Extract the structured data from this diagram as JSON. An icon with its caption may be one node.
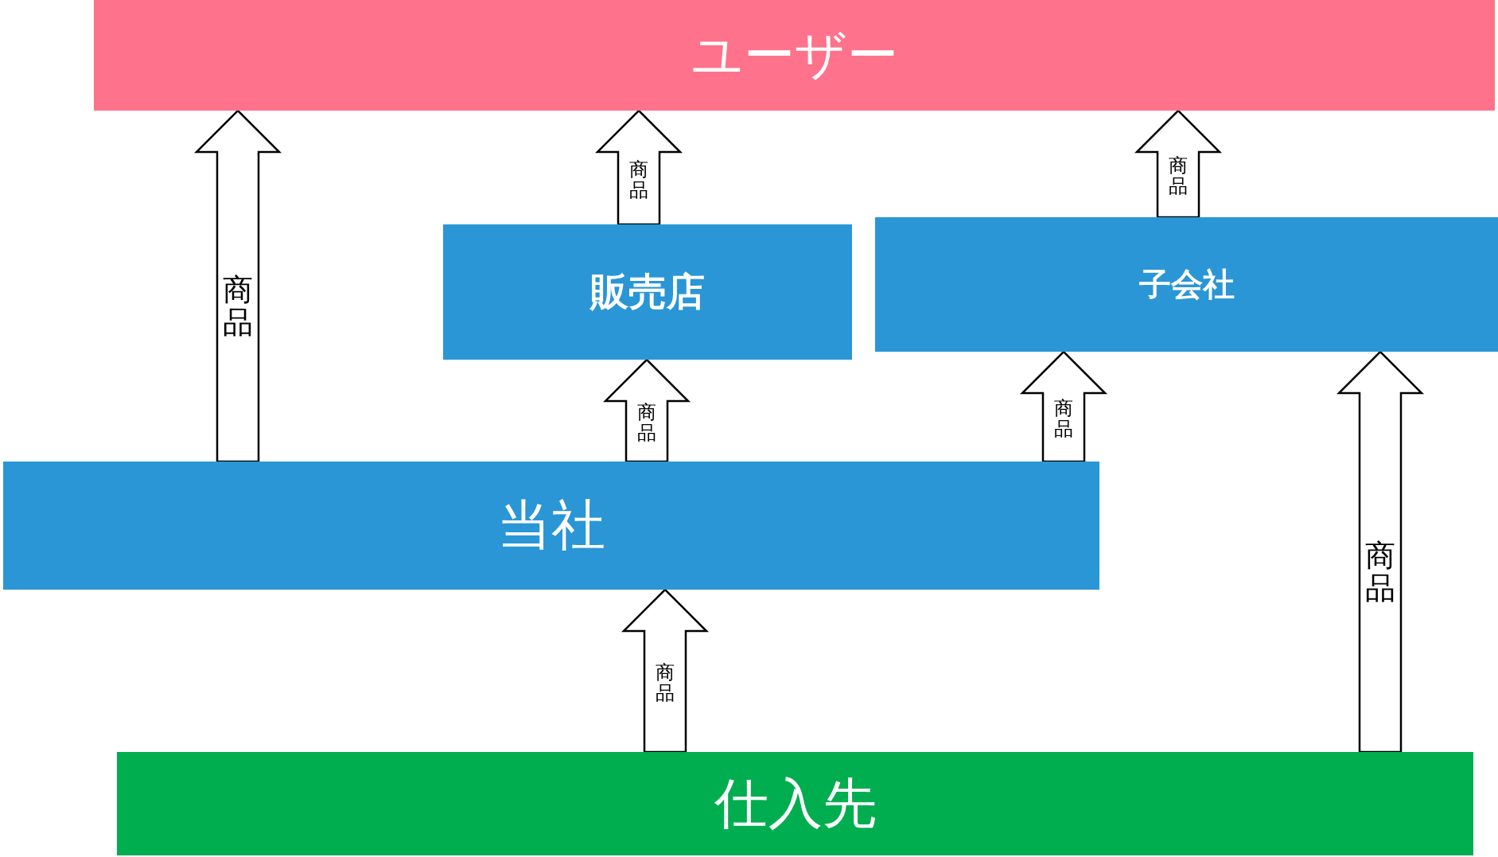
{
  "diagram": {
    "nodes": [
      {
        "text": [
          "ユーザー"
        ]
      },
      {
        "text": [
          "販売店"
        ]
      },
      {
        "text": [
          "子会社"
        ]
      },
      {
        "text": [
          "当社"
        ]
      },
      {
        "text": [
          "仕入先"
        ]
      }
    ],
    "edges": [
      {
        "from": 3,
        "to": 0,
        "arrow": "to",
        "label": "商品"
      },
      {
        "from": 1,
        "to": 0,
        "arrow": "to",
        "label": "商品"
      },
      {
        "from": 2,
        "to": 0,
        "arrow": "to",
        "label": "商品"
      },
      {
        "from": 3,
        "to": 1,
        "arrow": "to",
        "label": "商品"
      },
      {
        "from": 3,
        "to": 2,
        "arrow": "to",
        "label": "商品"
      },
      {
        "from": 4,
        "to": 3,
        "arrow": "to",
        "label": "商品"
      },
      {
        "from": 4,
        "to": 2,
        "arrow": "to",
        "label": "商品"
      }
    ]
  }
}
